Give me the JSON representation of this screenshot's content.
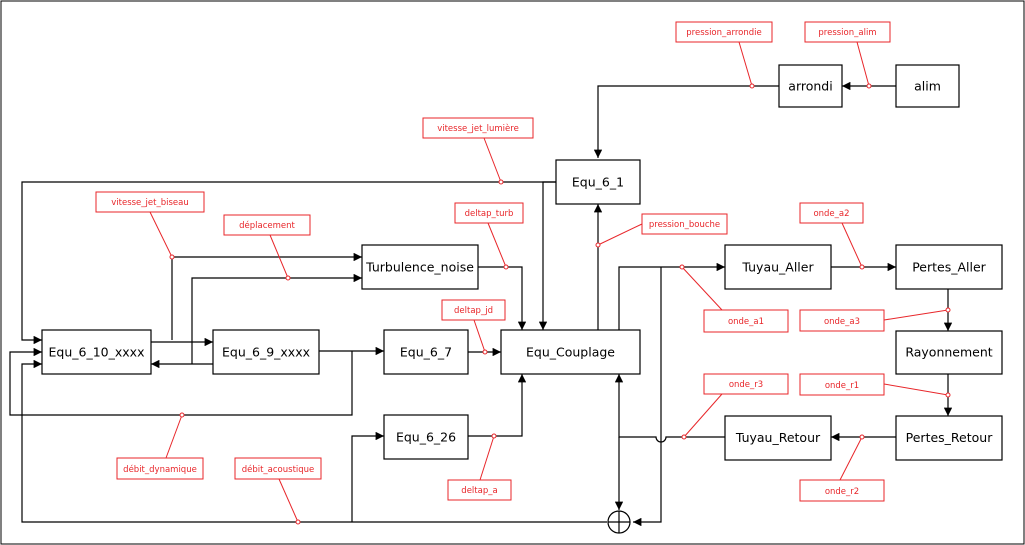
{
  "colors": {
    "block_border": "#000000",
    "label_border": "#e8262a",
    "label_text": "#e8262a",
    "wire": "#000000"
  },
  "blocks": {
    "arrondi": "arrondi",
    "alim": "alim",
    "equ_6_1": "Equ_6_1",
    "turbulence_noise": "Turbulence_noise",
    "equ_6_10_xxxx": "Equ_6_10_xxxx",
    "equ_6_9_xxxx": "Equ_6_9_xxxx",
    "equ_6_7": "Equ_6_7",
    "equ_couplage": "Equ_Couplage",
    "equ_6_26": "Equ_6_26",
    "tuyau_aller": "Tuyau_Aller",
    "pertes_aller": "Pertes_Aller",
    "rayonnement": "Rayonnement",
    "pertes_retour": "Pertes_Retour",
    "tuyau_retour": "Tuyau_Retour"
  },
  "signals": {
    "pression_arrondie": "pression_arrondie",
    "pression_alim": "pression_alim",
    "vitesse_jet_lumiere": "vitesse_jet_lumière",
    "vitesse_jet_biseau": "vitesse_jet_biseau",
    "deplacement": "déplacement",
    "deltap_turb": "deltap_turb",
    "pression_bouche": "pression_bouche",
    "onde_a2": "onde_a2",
    "deltap_jd": "deltap_jd",
    "onde_a1": "onde_a1",
    "onde_a3": "onde_a3",
    "onde_r3": "onde_r3",
    "onde_r1": "onde_r1",
    "debit_dynamique": "débit_dynamique",
    "debit_acoustique": "débit_acoustique",
    "deltap_a": "deltap_a",
    "onde_r2": "onde_r2"
  }
}
